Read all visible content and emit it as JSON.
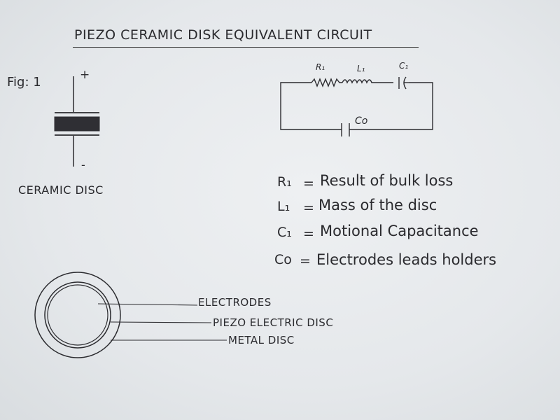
{
  "title": "PIEZO CERAMIC DISK EQUIVALENT CIRCUIT",
  "figure": {
    "label": "Fig: 1",
    "plus": "+",
    "minus": "-",
    "caption": "CERAMIC DISC"
  },
  "circuit": {
    "components": {
      "r1": "R₁",
      "l1": "L₁",
      "c1": "C₁",
      "c0": "Co"
    }
  },
  "legend": [
    {
      "symbol": "R₁",
      "equals": "=",
      "description": "Result of bulk loss"
    },
    {
      "symbol": "L₁",
      "equals": "=",
      "description": "Mass of the disc"
    },
    {
      "symbol": "C₁",
      "equals": "=",
      "description": "Motional Capacitance"
    },
    {
      "symbol": "Co",
      "equals": "=",
      "description": "Electrodes leads holders"
    }
  ],
  "disc_parts": {
    "electrodes": "ELECTRODES",
    "piezo": "PIEZO ELECTRIC DISC",
    "metal": "METAL DISC"
  },
  "colors": {
    "paper": "#e6e9ec",
    "ink": "#2a2a2e"
  }
}
